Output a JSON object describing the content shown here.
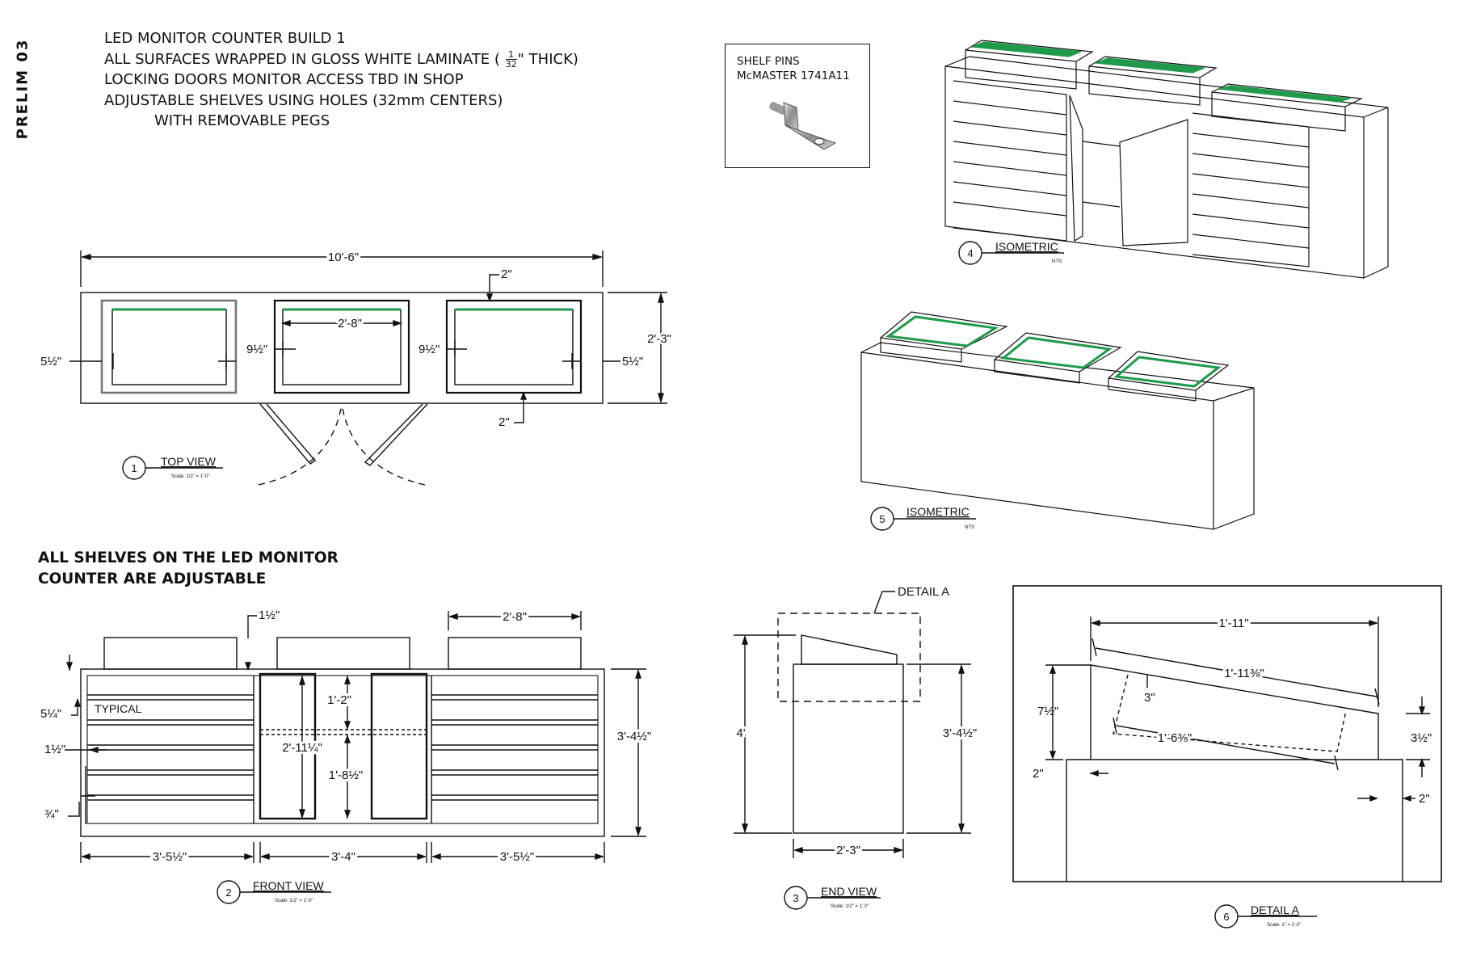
{
  "title_block": {
    "prelim": "PRELIM 03"
  },
  "notes": {
    "line1": "LED MONITOR COUNTER   BUILD 1",
    "line2_pre": "ALL SURFACES WRAPPED IN GLOSS WHITE LAMINATE (",
    "line2_num": "1",
    "line2_den": "32",
    "line2_post": "\" THICK)",
    "line3": "LOCKING DOORS     MONITOR ACCESS TBD IN SHOP",
    "line4": "ADJUSTABLE SHELVES USING HOLES (32mm CENTERS)",
    "line5": "WITH REMOVABLE PEGS"
  },
  "shelf_pins": {
    "line1": "SHELF PINS",
    "line2": "McMASTER 1741A11"
  },
  "adjustable_note": {
    "line1": "ALL SHELVES ON THE LED MONITOR",
    "line2": "COUNTER ARE ADJUSTABLE"
  },
  "views": [
    {
      "number": "1",
      "title": "TOP VIEW",
      "scale": "Scale: 1/2\" = 1'-0\""
    },
    {
      "number": "2",
      "title": "FRONT VIEW",
      "scale": "Scale: 1/2\" = 1'-0\""
    },
    {
      "number": "3",
      "title": "END VIEW",
      "scale": "Scale: 1/2\" = 1'-0\""
    },
    {
      "number": "4",
      "title": "ISOMETRIC",
      "scale": "NTS"
    },
    {
      "number": "5",
      "title": "ISOMETRIC",
      "scale": "NTS"
    },
    {
      "number": "6",
      "title": "DETAIL A",
      "scale": "Scale: 1\" = 1'-0\""
    }
  ],
  "dims": {
    "top_overall": "10'-6\"",
    "top_depth": "2'-3\"",
    "top_gap": "2\"",
    "top_bottom_gap": "2\"",
    "top_monitor_width": "2'-8\"",
    "top_side_left": "5½\"",
    "top_side_right": "5½\"",
    "top_between_1": "9½\"",
    "top_between_2": "9½\"",
    "front_gap": "1½\"",
    "front_monitor_width": "2'-8\"",
    "front_shelf_spacing": "5¼\"",
    "front_shelf_thick": "1½\"",
    "front_base": "¾\"",
    "front_door_height": "2'-11¼\"",
    "front_upper": "1'-2\"",
    "front_lower": "1'-8½\"",
    "front_height": "3'-4½\"",
    "front_left": "3'-5½\"",
    "front_center": "3'-4\"",
    "front_right": "3'-5½\"",
    "typical": "TYPICAL",
    "end_height": "4'",
    "end_body_height": "3'-4½\"",
    "end_depth": "2'-3\"",
    "detail_label": "DETAIL A",
    "detail_width": "1'-11\"",
    "detail_slope": "1'-11⅜\"",
    "detail_inner_depth": "3\"",
    "detail_inner": "1'-6⅜\"",
    "detail_left_h": "7½\"",
    "detail_right_h": "3½\"",
    "detail_left_gap": "2\"",
    "detail_right_gap": "2\""
  },
  "colors": {
    "line": "#111111",
    "screen": "#1f9a4a"
  }
}
